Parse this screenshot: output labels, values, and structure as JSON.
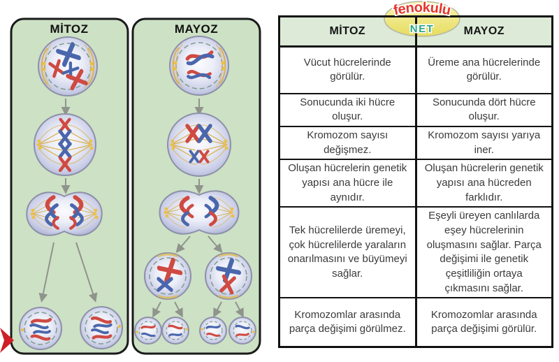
{
  "illustration": {
    "panels": [
      {
        "title": "MİTOZ"
      },
      {
        "title": "MAYOZ"
      }
    ],
    "colors": {
      "panel_green": "#cde1c5",
      "cell_lavender": "#abb0d3",
      "chromosome_red": "#cf4a42",
      "chromosome_blue": "#4a67ad",
      "spindle_yellow": "#dcae3c",
      "arrow_gray": "#8f948c",
      "pointer_red": "#cf1e26"
    }
  },
  "logo": {
    "line1": "fenokulu",
    "line2": "NET",
    "ellipse_yellow": "#ece26a",
    "text_red": "#e8342c",
    "text_teal": "#2ba38c"
  },
  "table": {
    "header_bg": "#dcead7",
    "headers": [
      "MİTOZ",
      "MAYOZ"
    ],
    "rows": [
      {
        "mitoz": "Vücut hücrelerinde görülür.",
        "mayoz": "Üreme ana hücrelerinde görülür."
      },
      {
        "mitoz": "Sonucunda iki hücre oluşur.",
        "mayoz": "Sonucunda dört hücre oluşur."
      },
      {
        "mitoz": "Kromozom sayısı değişmez.",
        "mayoz": "Kromozom sayısı yarıya iner."
      },
      {
        "mitoz": "Oluşan hücrelerin genetik yapısı ana hücre ile aynıdır.",
        "mayoz": "Oluşan hücrelerin genetik yapısı ana hücreden farklıdır."
      },
      {
        "mitoz": "Tek hücrelilerde üremeyi, çok hücrelilerde yaraların onarılmasını ve büyümeyi sağlar.",
        "mayoz": "Eşeyli üreyen canlılarda eşey hücrelerinin oluşmasını sağlar. Parça değişimi ile genetik çeşitliliğin ortaya çıkmasını sağlar."
      },
      {
        "mitoz": "Kromozomlar arasında parça değişimi görülmez.",
        "mayoz": "Kromozomlar arasında parça değişimi görülür."
      }
    ]
  }
}
